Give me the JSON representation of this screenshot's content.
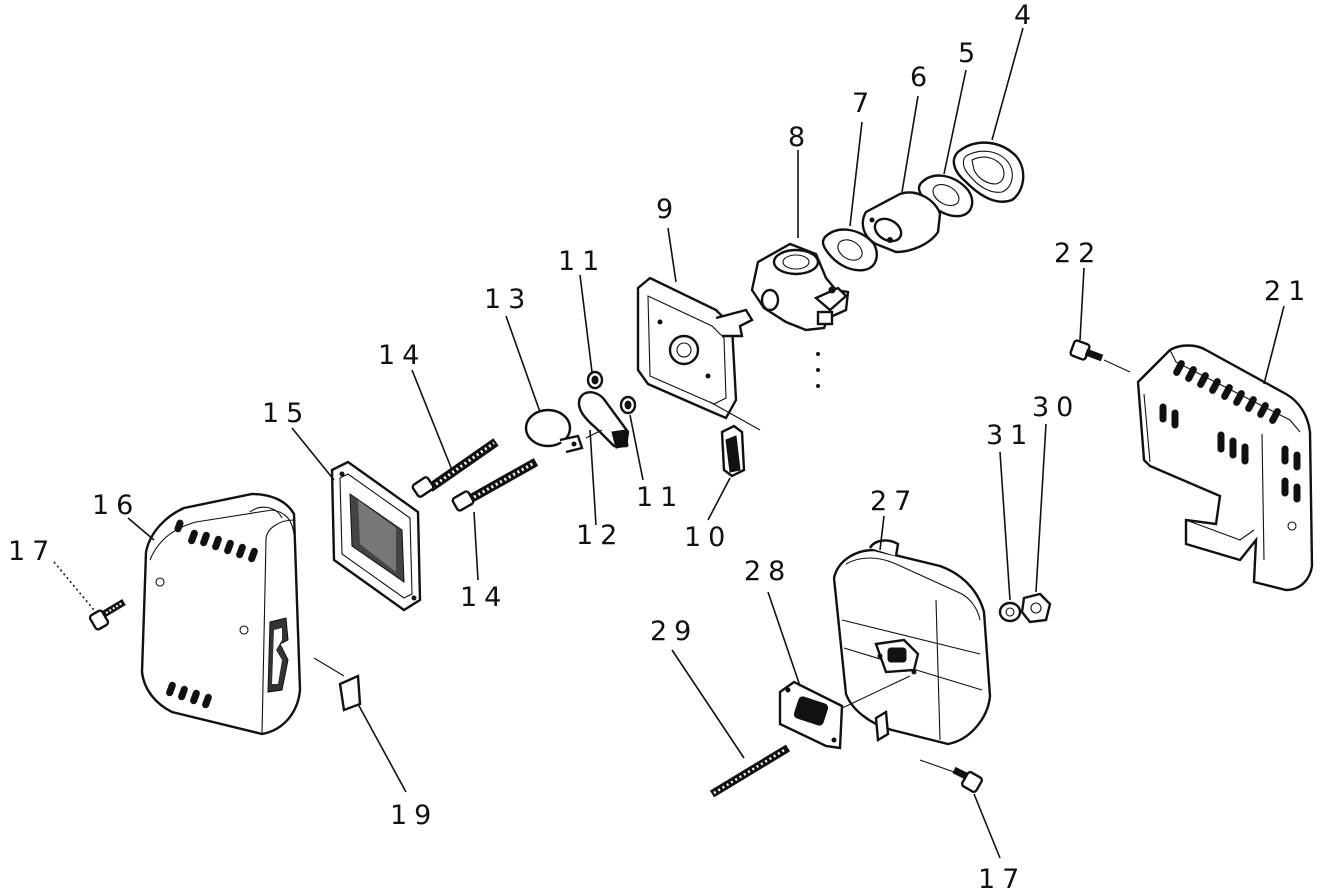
{
  "title_fragment": "",
  "labels": [
    {
      "id": "4",
      "text": "4"
    },
    {
      "id": "5",
      "text": "5"
    },
    {
      "id": "6",
      "text": "6"
    },
    {
      "id": "7",
      "text": "7"
    },
    {
      "id": "8",
      "text": "8"
    },
    {
      "id": "9",
      "text": "9"
    },
    {
      "id": "11a",
      "text": "11"
    },
    {
      "id": "11b",
      "text": "11"
    },
    {
      "id": "13",
      "text": "13"
    },
    {
      "id": "14a",
      "text": "14"
    },
    {
      "id": "14b",
      "text": "14"
    },
    {
      "id": "15",
      "text": "15"
    },
    {
      "id": "16",
      "text": "16"
    },
    {
      "id": "17a",
      "text": "17"
    },
    {
      "id": "17b",
      "text": "17"
    },
    {
      "id": "12",
      "text": "12"
    },
    {
      "id": "10",
      "text": "10"
    },
    {
      "id": "19",
      "text": "19"
    },
    {
      "id": "22",
      "text": "22"
    },
    {
      "id": "21",
      "text": "21"
    },
    {
      "id": "31",
      "text": "31"
    },
    {
      "id": "30",
      "text": "30"
    },
    {
      "id": "27",
      "text": "27"
    },
    {
      "id": "28",
      "text": "28"
    },
    {
      "id": "29",
      "text": "29"
    }
  ]
}
